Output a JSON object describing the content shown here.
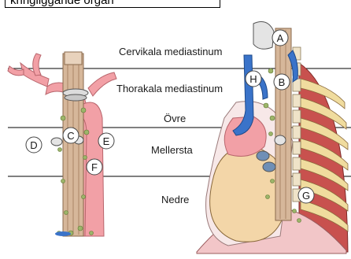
{
  "caption": "kringliggande organ",
  "regions": {
    "cervical": "Cervikala mediastinum",
    "thoracic": "Thorakala mediastinum",
    "upper": "Övre",
    "middle": "Mellersta",
    "lower": "Nedre"
  },
  "markers": {
    "a": "A",
    "b": "B",
    "c": "C",
    "d": "D",
    "e": "E",
    "f": "F",
    "g": "G",
    "h": "H"
  },
  "colors": {
    "artery": "#f2a0a6",
    "vein": "#3a73c9",
    "esophagus": "#d6b79a",
    "heart": "#f3d6a8",
    "rib": "#f0dc9e",
    "rib_dark": "#c8514e",
    "lymph": "#9db56a",
    "line": "#000000"
  }
}
